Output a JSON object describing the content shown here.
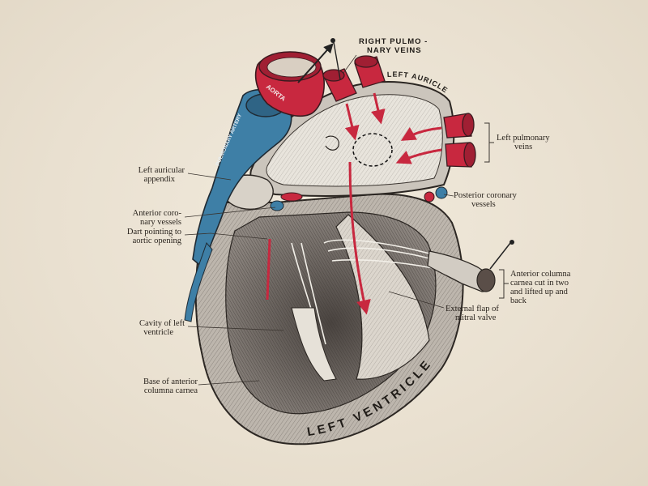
{
  "labels": {
    "right_pulmonary_veins_1": "RIGHT PULMO -",
    "right_pulmonary_veins_2": "NARY VEINS",
    "left_auricle": "LEFT AURICLE",
    "aorta": "AORTA",
    "pulmonary_artery": "PULMONARY ARTERY",
    "left_pulmonary_veins_1": "Left pulmonary",
    "left_pulmonary_veins_2": "veins",
    "left_auricular_appendix_1": "Left auricular",
    "left_auricular_appendix_2": "appendix",
    "posterior_coronary_1": "Posterior coronary",
    "posterior_coronary_2": "vessels",
    "anterior_coronary_1": "Anterior coro-",
    "anterior_coronary_2": "nary vessels",
    "dart_1": "Dart pointing to",
    "dart_2": "aortic opening",
    "anterior_columna_1": "Anterior columna",
    "anterior_columna_2": "carnea cut in two",
    "anterior_columna_3": "and lifted up and",
    "anterior_columna_4": "back",
    "external_flap_1": "External flap of",
    "external_flap_2": "mitral valve",
    "cavity_1": "Cavity of left",
    "cavity_2": "ventricle",
    "base_1": "Base of anterior",
    "base_2": "columna carnea",
    "left_ventricle": "LEFT VENTRICLE"
  },
  "colors": {
    "background": "#ece4d6",
    "artery_red": "#c8283f",
    "vein_blue": "#3e7fa6",
    "ink": "#2a241e"
  }
}
